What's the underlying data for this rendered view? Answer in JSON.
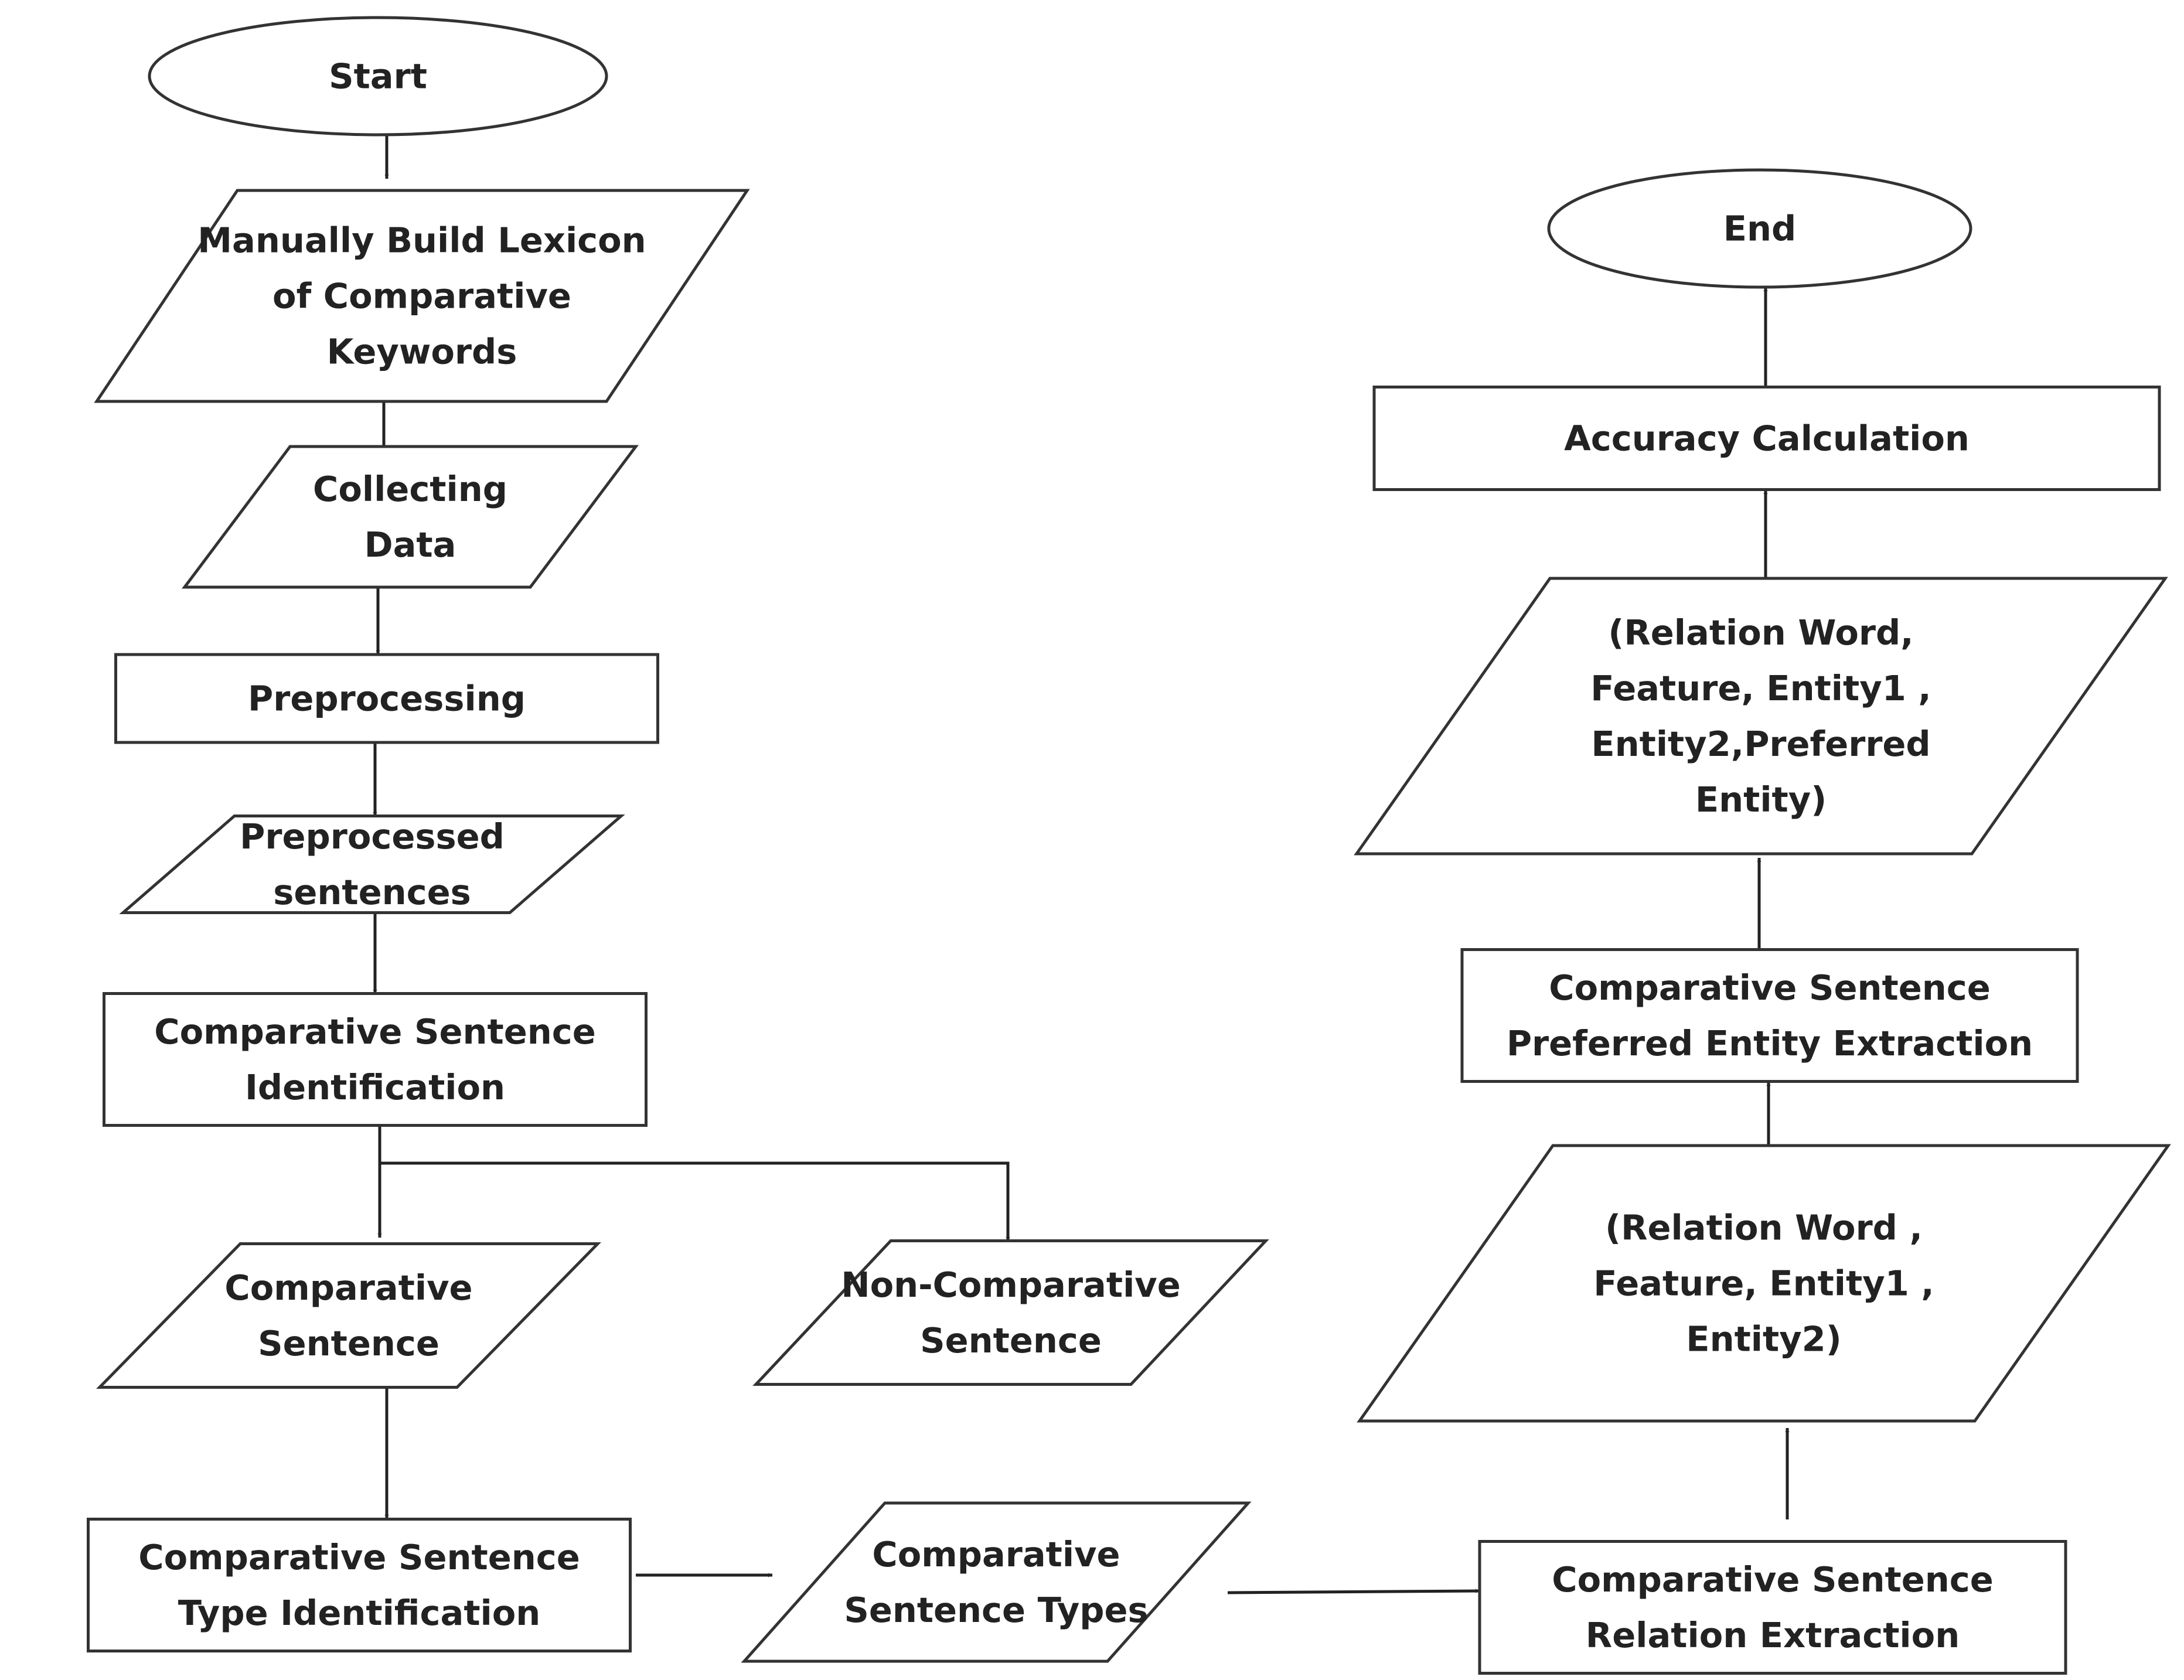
{
  "nodes": {
    "start": {
      "shape": "terminal",
      "text": "Start"
    },
    "lexicon": {
      "shape": "data",
      "lines": [
        "Manually Build Lexicon",
        "of Comparative",
        "Keywords"
      ]
    },
    "collect": {
      "shape": "data",
      "lines": [
        "Collecting",
        "Data"
      ]
    },
    "preprocessing": {
      "shape": "process",
      "text": "Preprocessing"
    },
    "preprocessed": {
      "shape": "data",
      "lines": [
        "Preprocessed",
        "sentences"
      ]
    },
    "identification": {
      "shape": "process",
      "lines": [
        "Comparative Sentence",
        "Identification"
      ]
    },
    "comparative": {
      "shape": "data",
      "lines": [
        "Comparative",
        "Sentence"
      ]
    },
    "noncomparative": {
      "shape": "data",
      "lines": [
        "Non-Comparative",
        "Sentence"
      ]
    },
    "type_id": {
      "shape": "process",
      "lines": [
        "Comparative Sentence",
        "Type Identification"
      ]
    },
    "types": {
      "shape": "data",
      "lines": [
        "Comparative",
        "Sentence Types"
      ]
    },
    "relation_ext": {
      "shape": "process",
      "lines": [
        "Comparative Sentence",
        "Relation Extraction"
      ]
    },
    "tuple4": {
      "shape": "data",
      "lines": [
        "(Relation Word ,",
        "Feature, Entity1 ,",
        "Entity2)"
      ]
    },
    "preferred_ext": {
      "shape": "process",
      "lines": [
        "Comparative Sentence",
        "Preferred Entity Extraction"
      ]
    },
    "tuple5": {
      "shape": "data",
      "lines": [
        "(Relation Word,",
        "Feature, Entity1 ,",
        "Entity2,Preferred",
        "Entity)"
      ]
    },
    "accuracy": {
      "shape": "process",
      "text": "Accuracy Calculation"
    },
    "end": {
      "shape": "terminal",
      "text": "End"
    }
  },
  "edges": [
    [
      "start",
      "lexicon"
    ],
    [
      "lexicon",
      "collect"
    ],
    [
      "collect",
      "preprocessing"
    ],
    [
      "preprocessing",
      "preprocessed"
    ],
    [
      "preprocessed",
      "identification"
    ],
    [
      "identification",
      "comparative"
    ],
    [
      "identification",
      "noncomparative"
    ],
    [
      "comparative",
      "type_id"
    ],
    [
      "type_id",
      "types"
    ],
    [
      "types",
      "relation_ext"
    ],
    [
      "relation_ext",
      "tuple4"
    ],
    [
      "tuple4",
      "preferred_ext"
    ],
    [
      "preferred_ext",
      "tuple5"
    ],
    [
      "tuple5",
      "accuracy"
    ],
    [
      "accuracy",
      "end"
    ]
  ]
}
